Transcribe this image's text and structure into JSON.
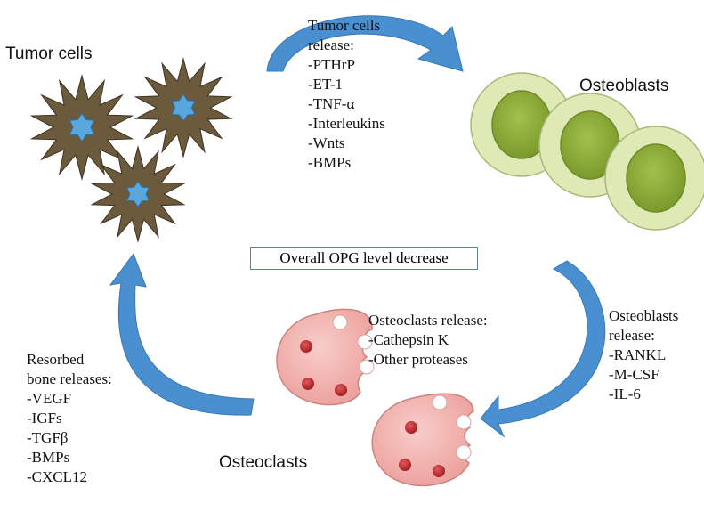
{
  "labels": {
    "tumor_cells": "Tumor cells",
    "osteoblasts": "Osteoblasts",
    "osteoclasts": "Osteoclasts"
  },
  "center_box": "Overall OPG level decrease",
  "tumor_release": {
    "heading": [
      "Tumor cells",
      "release:"
    ],
    "items": [
      "-PTHrP",
      "-ET-1",
      "-TNF-α",
      "-Interleukins",
      "-Wnts",
      "-BMPs"
    ]
  },
  "osteoblast_release": {
    "heading": [
      "Osteoblasts",
      "release:"
    ],
    "items": [
      "-RANKL",
      "-M-CSF",
      "-IL-6"
    ]
  },
  "osteoclast_release": {
    "heading": [
      "Osteoclasts release:"
    ],
    "items": [
      "-Cathepsin K",
      "-Other proteases"
    ]
  },
  "bone_release": {
    "heading": [
      "Resorbed",
      "bone releases:"
    ],
    "items": [
      "-VEGF",
      "-IGFs",
      "-TGFβ",
      "-BMPs",
      "-CXCL12"
    ]
  },
  "colors": {
    "arrow": "#4a8fcf",
    "tumor_body": "#6b5a3c",
    "tumor_nucleus": "#5aa7dd",
    "osteoblast_outer": "#dfe9b5",
    "osteoblast_inner": "#8fae3b",
    "osteoclast_body": "#f2b3b0",
    "osteoclast_dot": "#c9383a"
  }
}
